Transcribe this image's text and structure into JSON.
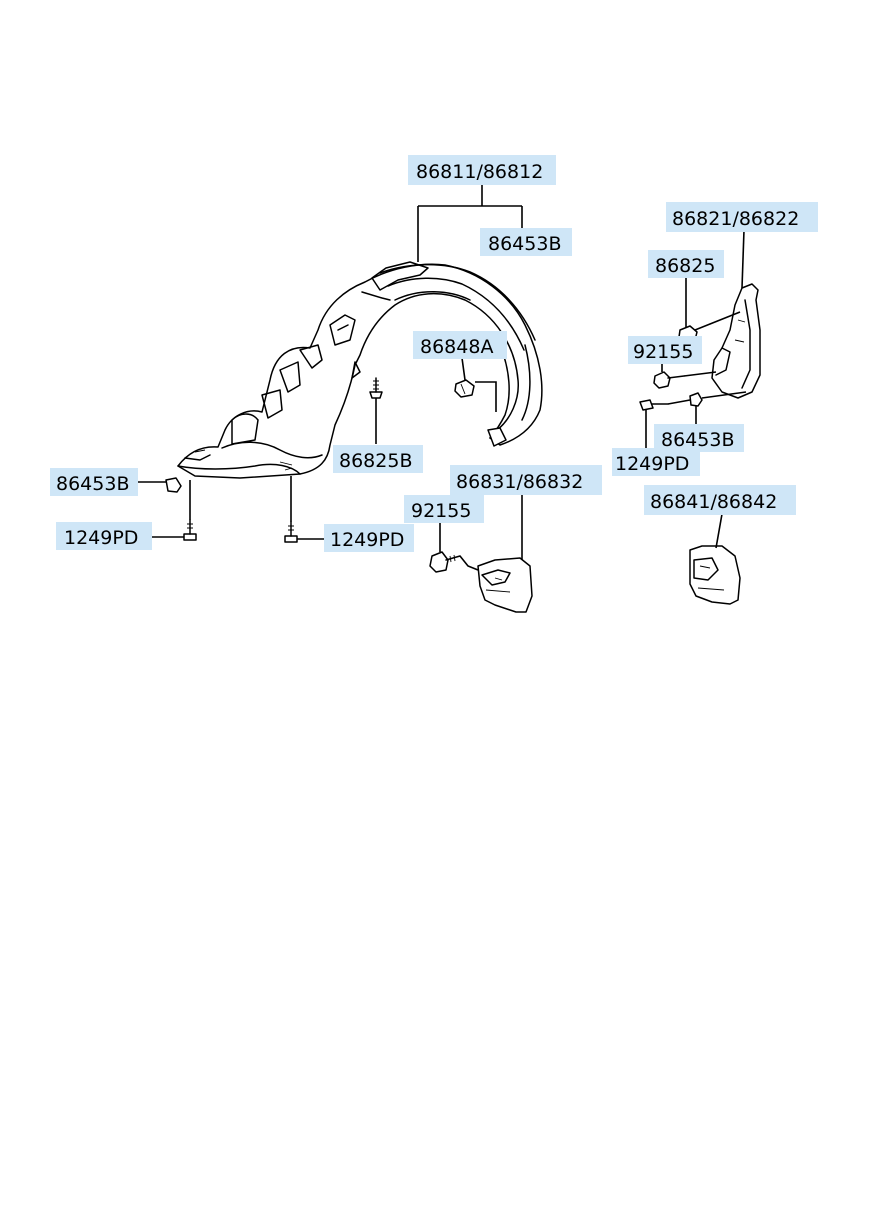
{
  "diagram": {
    "labels": {
      "p86811": "86811/86812",
      "p86453b_top": "86453B",
      "p86848a": "86848A",
      "p86825b": "86825B",
      "p86453b_left": "86453B",
      "p1249pd_left": "1249PD",
      "p1249pd_mid": "1249PD",
      "p86831": "86831/86832",
      "p92155_mid": "92155",
      "p86821": "86821/86822",
      "p86825": "86825",
      "p92155_right": "92155",
      "p86453b_right": "86453B",
      "p1249pd_right": "1249PD",
      "p86841": "86841/86842"
    },
    "colors": {
      "label_background": "#cfe6f7",
      "line": "#000000",
      "background": "#ffffff"
    }
  }
}
